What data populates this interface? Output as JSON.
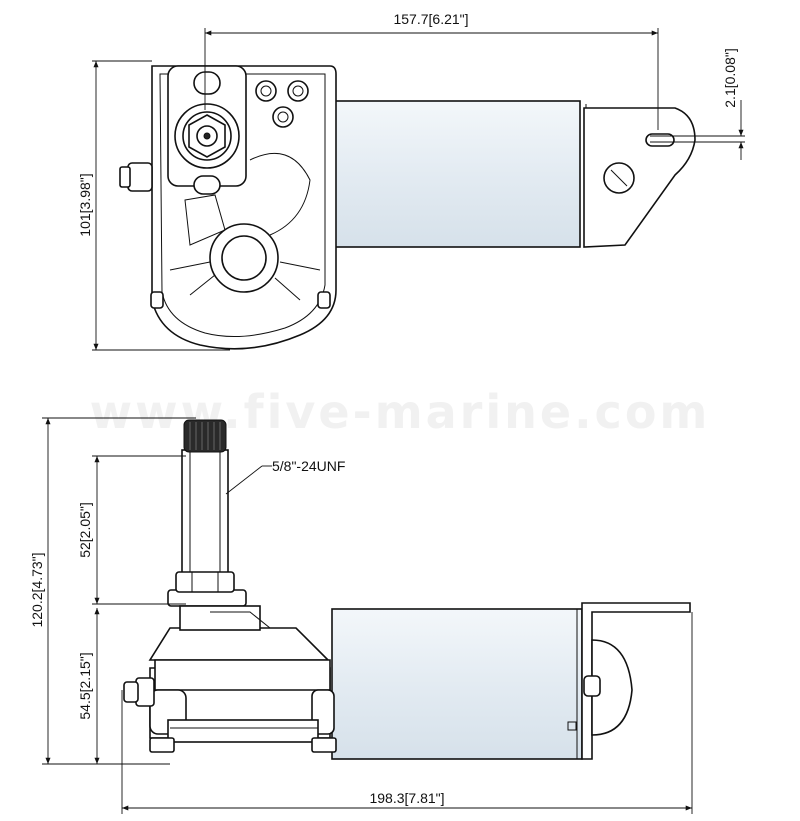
{
  "watermark": "www.five-marine.com",
  "top_view": {
    "width_label": "157.7[6.21\"]",
    "height_label": "101[3.98\"]",
    "offset_label": "2.1[0.08\"]"
  },
  "side_view": {
    "thread_label": "5/8\"-24UNF",
    "total_height_label": "120.2[4.73\"]",
    "shaft_label": "52[2.05\"]",
    "body_label": "54.5[2.15\"]",
    "length_label": "198.3[7.81\"]"
  },
  "colors": {
    "motor_fill": "#e4ecf3",
    "outline": "#111111",
    "knob": "#2a2a2a"
  }
}
